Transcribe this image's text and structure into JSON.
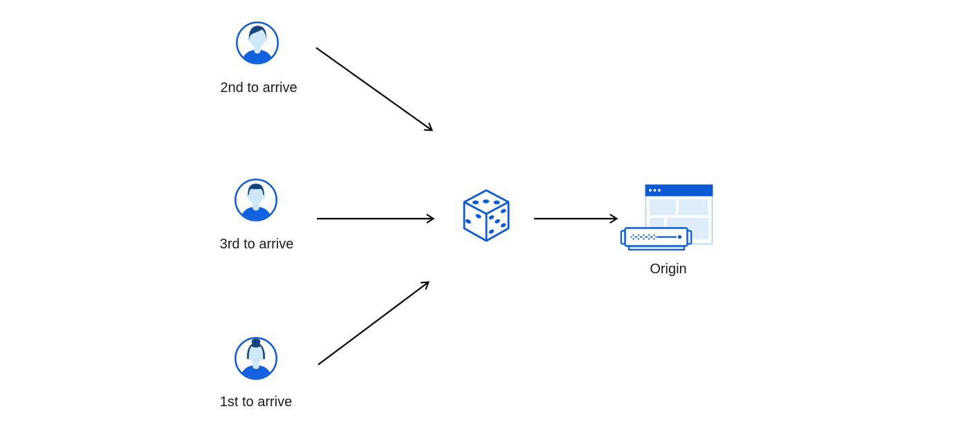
{
  "diagram": {
    "visitors": [
      {
        "label": "2nd to arrive",
        "icon": "avatar-man-swept-hair-icon"
      },
      {
        "label": "3rd to arrive",
        "icon": "avatar-man-short-hair-icon"
      },
      {
        "label": "1st to arrive",
        "icon": "avatar-woman-bun-icon"
      }
    ],
    "randomizer": {
      "icon": "dice-cube-icon"
    },
    "origin": {
      "label": "Origin",
      "icon": "origin-browser-server-icon"
    },
    "arrows": [
      {
        "from": "2nd to arrive",
        "to": "dice"
      },
      {
        "from": "3rd to arrive",
        "to": "dice"
      },
      {
        "from": "1st to arrive",
        "to": "dice"
      },
      {
        "from": "dice",
        "to": "Origin"
      }
    ],
    "colors": {
      "primary_blue": "#0c5ad4",
      "hair_navy": "#16437c",
      "shirt_blue": "#1160dd",
      "skin_light_blue": "#cfe8f8",
      "pale_block_blue": "#dfecf9",
      "window_border_light": "#b6d5f0",
      "server_bar_fill": "#cfe3f7",
      "arrow_black": "#000000",
      "text": "#1a1a1a",
      "background": "#ffffff"
    }
  }
}
